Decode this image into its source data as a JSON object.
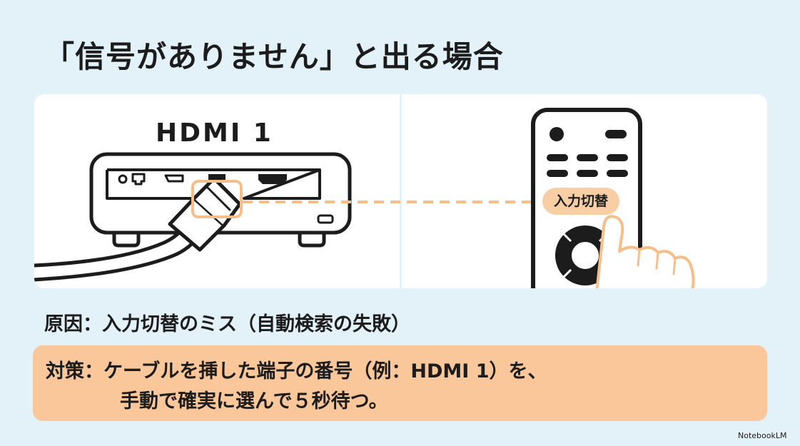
{
  "title": "「信号がありません」と出る場合",
  "diagram": {
    "device_label": "HDMI 1",
    "remote_button_label": "入力切替"
  },
  "cause": "原因：入力切替のミス（自動検索の失敗）",
  "solution": {
    "line1": "対策：ケーブルを挿した端子の番号（例：HDMI 1）を、",
    "line2": "手動で確実に選んで５秒待つ。"
  },
  "brand": "NotebookLM",
  "colors": {
    "background": "#e3f1f9",
    "accent": "#f8cfa4",
    "solution_box": "#fac79a",
    "outline": "#1c1c1c"
  }
}
